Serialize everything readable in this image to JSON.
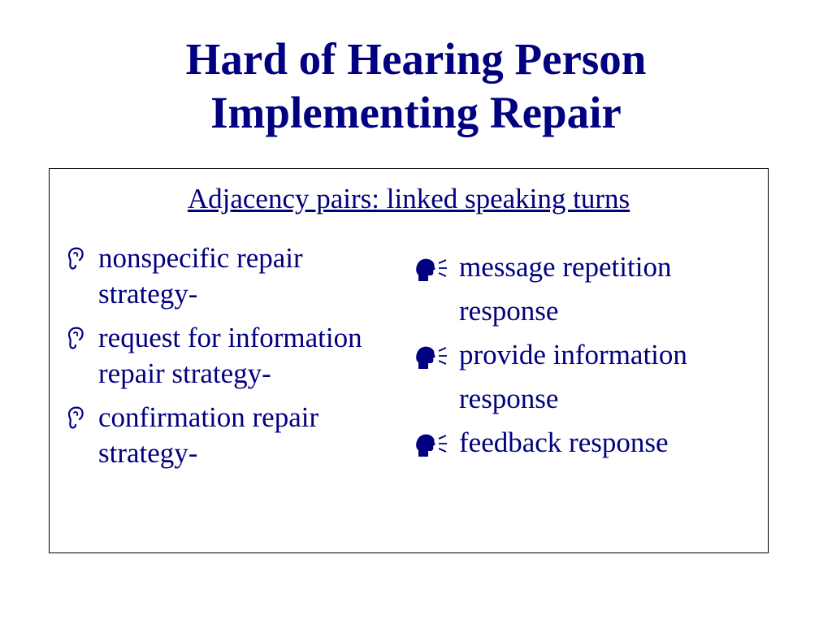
{
  "title": {
    "line1": "Hard of Hearing Person",
    "line2": "Implementing Repair"
  },
  "subtitle": "Adjacency pairs:  linked speaking turns",
  "colors": {
    "text": "#000080",
    "border": "#000000",
    "background": "#ffffff"
  },
  "left_list": {
    "bullet_icon": "ear-icon",
    "items": [
      "nonspecific repair strategy-",
      "request for information repair strategy-",
      "confirmation repair strategy-"
    ]
  },
  "right_list": {
    "bullet_icon": "speaking-head-icon",
    "items": [
      "message repetition response",
      "provide information response",
      "feedback response"
    ]
  }
}
